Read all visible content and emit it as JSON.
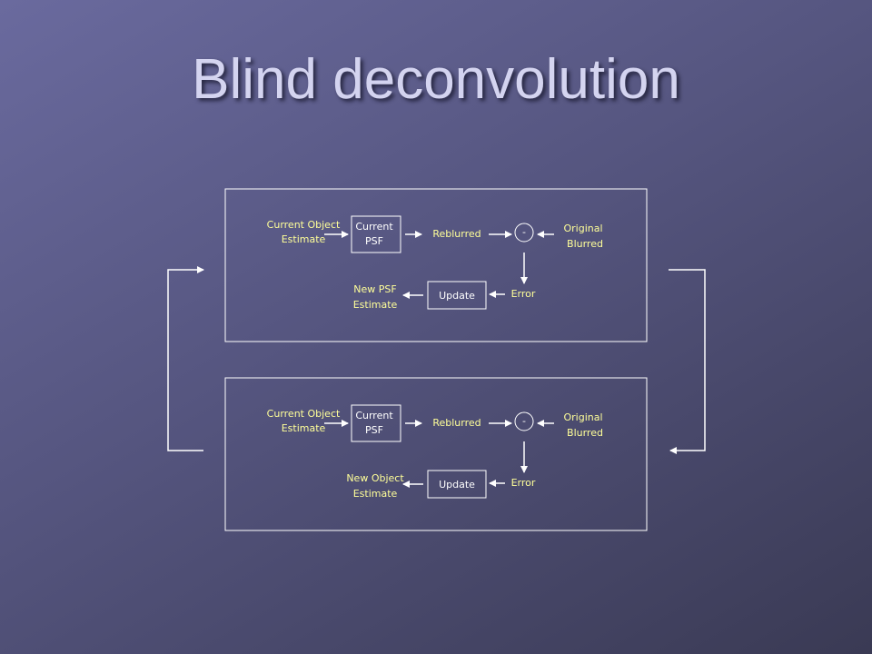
{
  "title": "Blind deconvolution",
  "colors": {
    "accent_text": "#ffff99",
    "line": "#ffffff",
    "title_text": "#d4d4f0"
  },
  "panels": [
    {
      "input_label": [
        "Current Object",
        "Estimate"
      ],
      "box_label": [
        "Current",
        "PSF"
      ],
      "reblurred_label": "Reblurred",
      "minus_label": "-",
      "original_label": [
        "Original",
        "Blurred"
      ],
      "error_label": "Error",
      "update_label": "Update",
      "output_label": [
        "New PSF",
        "Estimate"
      ]
    },
    {
      "input_label": [
        "Current Object",
        "Estimate"
      ],
      "box_label": [
        "Current",
        "PSF"
      ],
      "reblurred_label": "Reblurred",
      "minus_label": "-",
      "original_label": [
        "Original",
        "Blurred"
      ],
      "error_label": "Error",
      "update_label": "Update",
      "output_label": [
        "New Object",
        "Estimate"
      ]
    }
  ]
}
